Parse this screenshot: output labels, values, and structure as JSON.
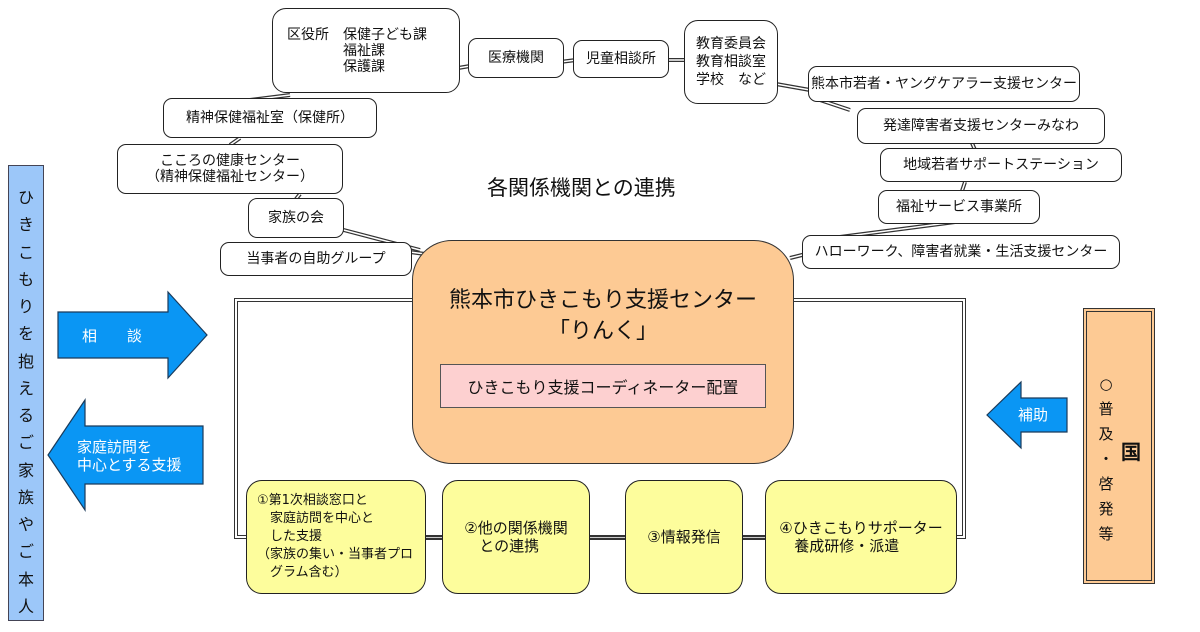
{
  "diagram": {
    "section_title": "各関係機関との連携",
    "center": {
      "title": "熊本市ひきこもり支援センター\n「りんく」",
      "coordinator": "ひきこもり支援コーディネーター配置"
    },
    "agencies_left": [
      "区役所　保健子ども課\n　　　　福祉課\n　　　　保護課",
      "精神保健福祉室（保健所）",
      "こころの健康センター\n（精神保健福祉センター）",
      "家族の会",
      "当事者の自助グループ"
    ],
    "agencies_top": [
      "医療機関",
      "児童相談所",
      "教育委員会\n教育相談室\n学校　など"
    ],
    "agencies_right": [
      "熊本市若者・ヤングケアラー支援センター",
      "発達障害者支援センターみなわ",
      "地域若者サポートステーション",
      "福祉サービス事業所",
      "ハローワーク、障害者就業・生活支援センター"
    ],
    "services": [
      "①第1次相談窓口と\n　家庭訪問を中心と\n　した支援\n（家族の集い・当事者プロ\n　グラム含む）",
      "②他の関係機関\n　との連携",
      "③情報発信",
      "④ひきこもりサポーター\n　養成研修・派遣"
    ],
    "left_bar_chars": [
      "ひ",
      "き",
      "こ",
      "も",
      "り",
      "を",
      "抱",
      "え",
      "る",
      "ご",
      "家",
      "族",
      "や",
      "ご",
      "本",
      "人"
    ],
    "arrows": {
      "consult": "相　　談",
      "home_visit": "家庭訪問を\n中心とする支援",
      "subsidy": "補助"
    },
    "national": {
      "label": "国",
      "items": [
        "○",
        "普",
        "及",
        "・",
        "啓",
        "発",
        "等"
      ]
    },
    "colors": {
      "center_fill": "#fdca94",
      "coordinator_fill": "#fdd0d0",
      "service_fill": "#fdfd9c",
      "arrow_blue": "#0a96f4",
      "left_bar_fill": "#9cc7f9"
    }
  }
}
